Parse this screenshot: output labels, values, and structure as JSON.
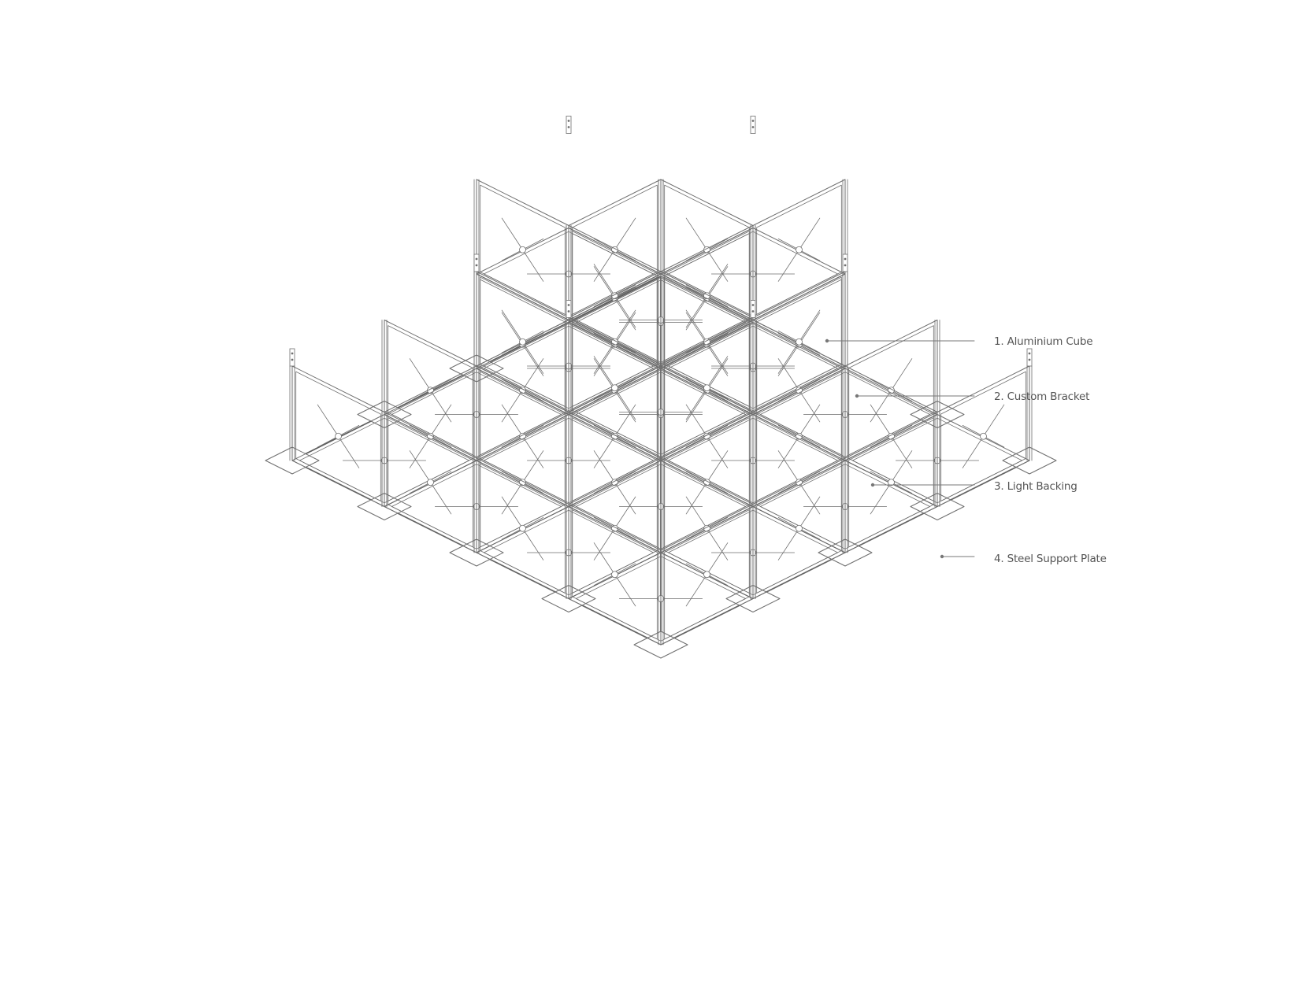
{
  "diagram": {
    "labels": [
      {
        "id": "aluminium-cube",
        "text": "1. Aluminium Cube"
      },
      {
        "id": "custom-bracket",
        "text": "2. Custom Bracket"
      },
      {
        "id": "light-backing",
        "text": "3. Light Backing"
      },
      {
        "id": "steel-support-plate",
        "text": "4. Steel Support Plate"
      }
    ],
    "colors": {
      "line": "#6e6e6e",
      "base_edge": "#222222",
      "label_text": "#555555",
      "leader": "#777777",
      "background": "#ffffff"
    }
  }
}
